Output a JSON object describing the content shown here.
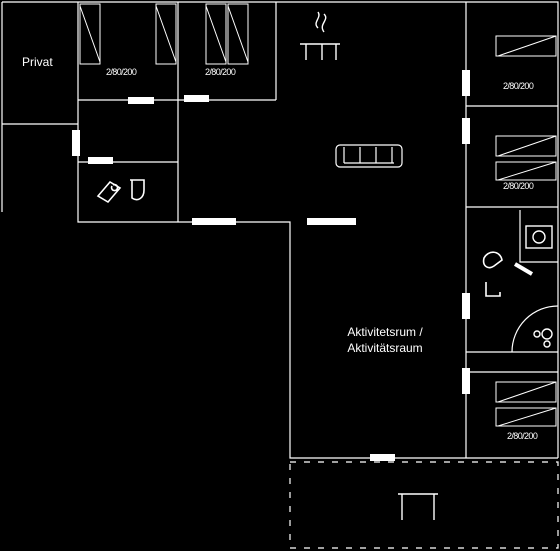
{
  "labels": {
    "privat": "Privat",
    "activity_line1": "Aktivitetsrum /",
    "activity_line2": "Aktivitätsraum"
  },
  "bedrooms": [
    {
      "size": "2/80/200"
    },
    {
      "size": "2/80/200"
    },
    {
      "size": "2/80/200"
    },
    {
      "size": "2/80/200"
    },
    {
      "size": "2/80/200"
    }
  ],
  "icons": [
    "fireplace-icon",
    "sofa-icon",
    "sink-icon",
    "toilet-icon",
    "shower-icon",
    "washing-machine-icon",
    "stairs-icon"
  ],
  "colors": {
    "background": "#000000",
    "walls": "#ffffff",
    "door_gaps": "#ffffff"
  }
}
